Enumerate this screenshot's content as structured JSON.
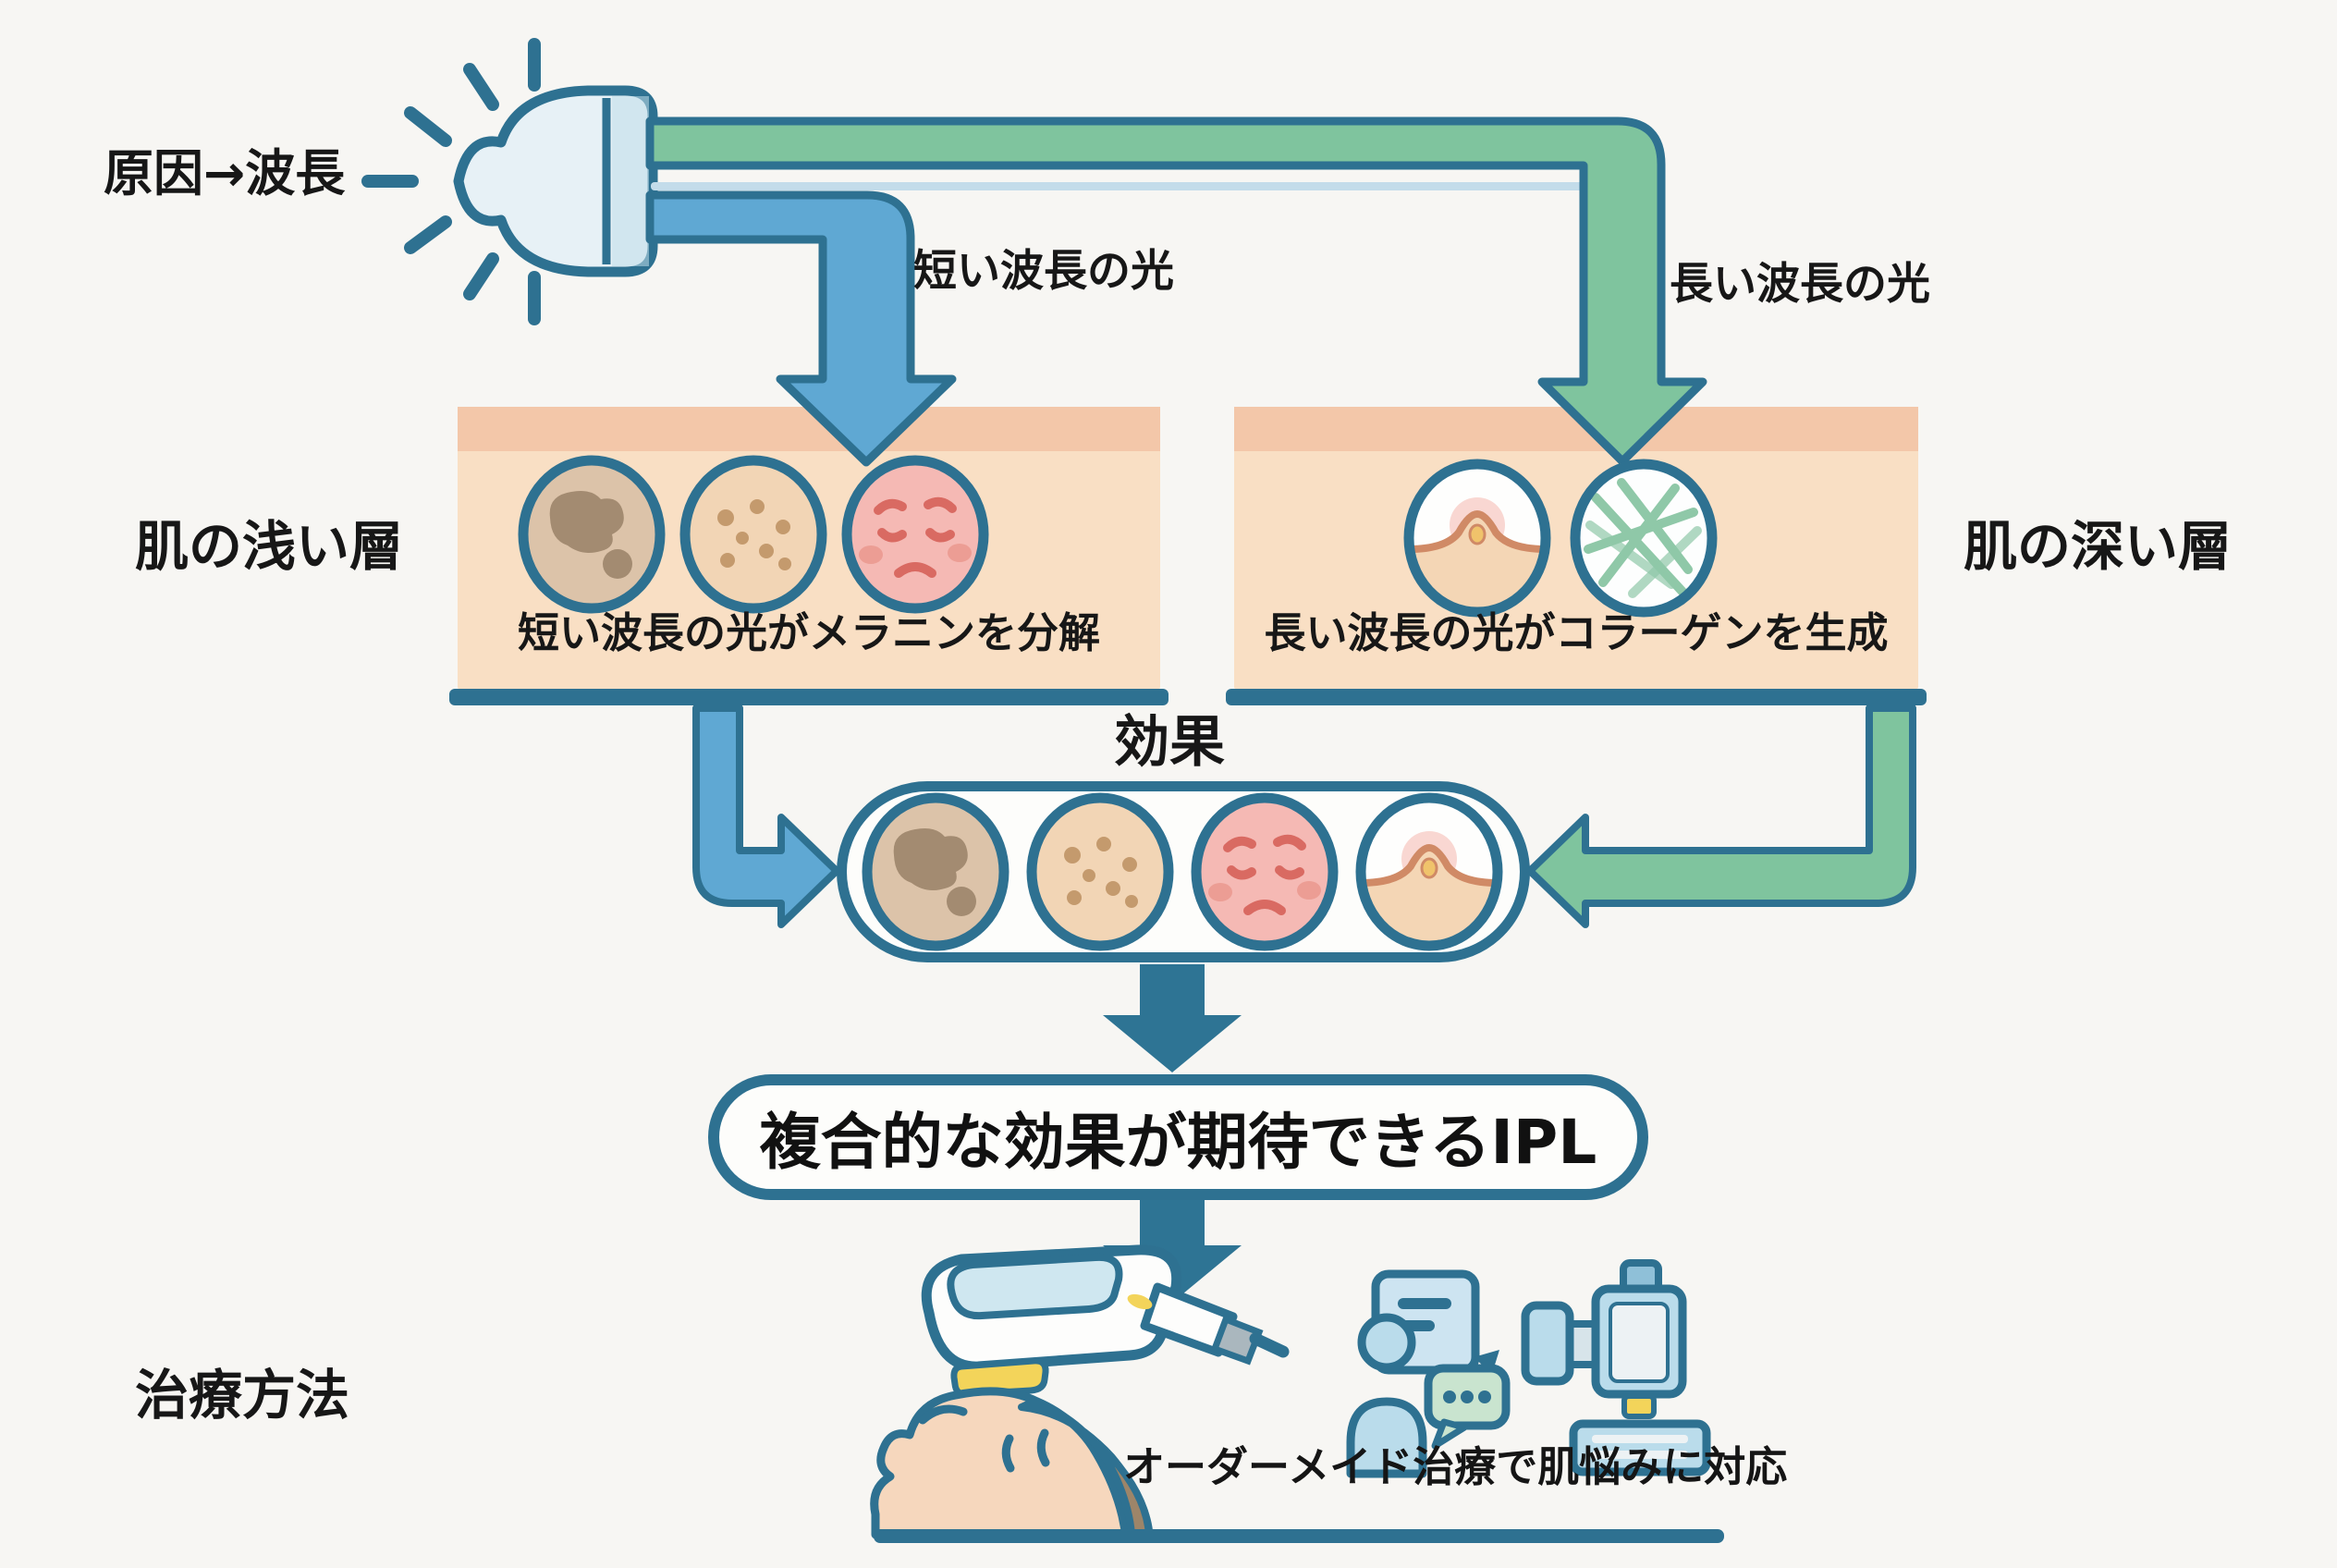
{
  "labels": {
    "cause_wavelength": "原因→波長",
    "short_wavelength_light": "短い波長の光",
    "long_wavelength_light": "長い波長の光",
    "skin_shallow_layer": "肌の浅い層",
    "skin_deep_layer": "肌の深い層",
    "effect": "効果",
    "treatment_method": "治療方法"
  },
  "shallow_box": {
    "caption": "短い波長の光がメラニンを分解"
  },
  "deep_box": {
    "caption": "長い波長の光がコラーゲンを生成"
  },
  "ipl_banner": {
    "text": "複合的な効果が期待できるIPL"
  },
  "treatment": {
    "caption": "オーダーメイド治療で肌悩みに対応"
  },
  "icons": {
    "light_source": "lamp-with-rays-icon",
    "shallow_circles": [
      "dark-spots-icon",
      "freckles-icon",
      "red-face-icon"
    ],
    "deep_circles": [
      "wrinkle-bump-icon",
      "collagen-fibers-icon"
    ],
    "effect_circles": [
      "dark-spots-icon",
      "freckles-icon",
      "red-face-icon",
      "wrinkle-bump-icon"
    ],
    "treatment_icons": [
      "ipl-handpiece-icon",
      "patient-face-icon",
      "counseling-person-icon",
      "ipl-machine-icon"
    ]
  },
  "colors": {
    "outline_blue": "#2e7191",
    "short_wavelength_blue": "#5fa8d3",
    "long_wavelength_green": "#7fc49e",
    "solid_arrow_blue": "#2e7494",
    "skin_surface_band": "#f3c7a9",
    "skin_body": "#f9dfc4",
    "background": "#f7f6f3"
  }
}
